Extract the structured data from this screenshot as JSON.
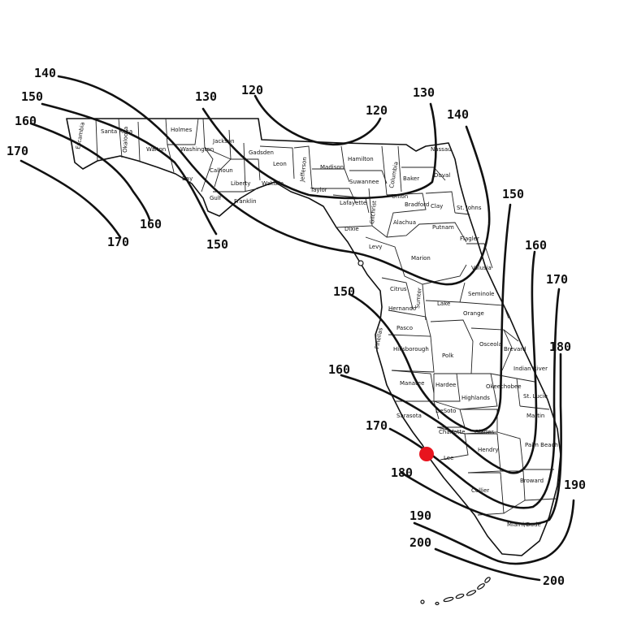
{
  "map": {
    "contours": [
      {
        "id": "c120",
        "labels": [
          "120",
          "120"
        ]
      },
      {
        "id": "c130",
        "labels": [
          "130",
          "130"
        ]
      },
      {
        "id": "c140",
        "labels": [
          "140",
          "140"
        ]
      },
      {
        "id": "c150",
        "labels": [
          "150",
          "150",
          "150",
          "150"
        ]
      },
      {
        "id": "c160",
        "labels": [
          "160",
          "160",
          "160",
          "160"
        ]
      },
      {
        "id": "c170",
        "labels": [
          "170",
          "170",
          "170",
          "170"
        ]
      },
      {
        "id": "c180",
        "labels": [
          "180",
          "180"
        ]
      },
      {
        "id": "c190",
        "labels": [
          "190",
          "190"
        ]
      },
      {
        "id": "c200",
        "labels": [
          "200",
          "200"
        ]
      }
    ],
    "counties": [
      "Escambia",
      "Santa Rosa",
      "Okaloosa",
      "Walton",
      "Holmes",
      "Washington",
      "Jackson",
      "Bay",
      "Calhoun",
      "Gadsden",
      "Liberty",
      "Gulf",
      "Franklin",
      "Wakulla",
      "Leon",
      "Jefferson",
      "Madison",
      "Hamilton",
      "Taylor",
      "Suwannee",
      "Columbia",
      "Baker",
      "Nassau",
      "Duval",
      "Lafayette",
      "Union",
      "Bradford",
      "Clay",
      "St. Johns",
      "Dixie",
      "Gilchrist",
      "Alachua",
      "Putnam",
      "Flagler",
      "Levy",
      "Marion",
      "Volusia",
      "Citrus",
      "Sumter",
      "Lake",
      "Seminole",
      "Orange",
      "Hernando",
      "Pasco",
      "Brevard",
      "Osceola",
      "Pinellas",
      "Hillsborough",
      "Polk",
      "Indian River",
      "Manatee",
      "Hardee",
      "Highlands",
      "Okeechobee",
      "St. Lucie",
      "Sarasota",
      "DeSoto",
      "Martin",
      "Charlotte",
      "Glades",
      "Palm Beach",
      "Lee",
      "Hendry",
      "Broward",
      "Collier",
      "Miami/Dade"
    ],
    "marker": {
      "color": "#e8141e"
    }
  }
}
